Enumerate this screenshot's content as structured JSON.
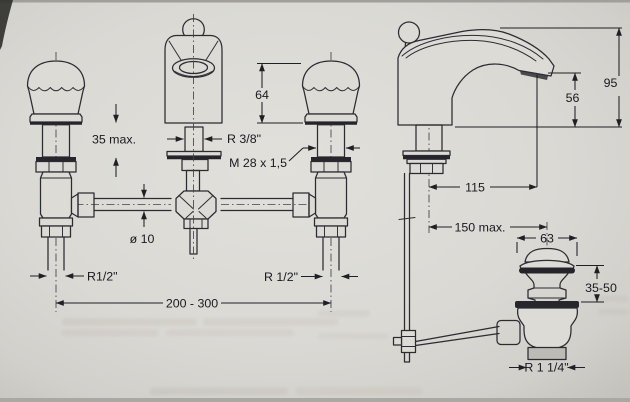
{
  "front_view": {
    "handle_height": "64",
    "deck_thickness_max": "35 max.",
    "spout_connection_thread": "R 3/8\"",
    "valve_body_thread": "M 28 x 1,5",
    "pipe_diameter": "ø 10",
    "left_valve_thread": "R1/2\"",
    "right_valve_thread": "R 1/2\"",
    "hole_centre_distance": "200 - 300"
  },
  "side_view": {
    "overall_height": "95",
    "spout_outlet_height": "56",
    "spout_reach": "115",
    "waste_distance_max": "150 max.",
    "waste_flange_diameter": "63",
    "waste_deck_range": "35-50",
    "waste_thread": "R 1 1/4\""
  },
  "colors": {
    "paper": "#d9d8d2",
    "ink": "#24242b"
  }
}
